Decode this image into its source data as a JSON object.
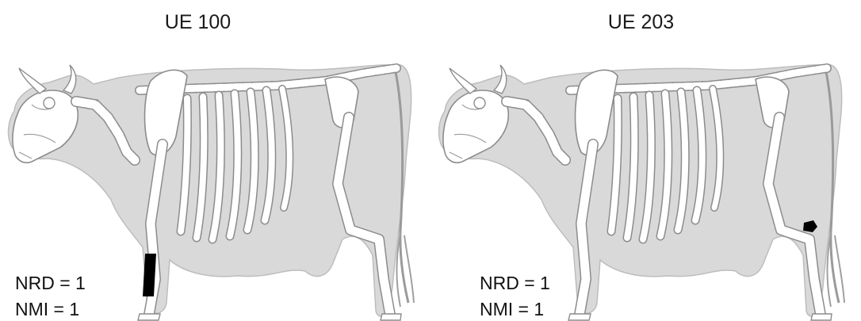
{
  "panels": [
    {
      "title": "UE 100",
      "nrd": "NRD = 1",
      "nmi": "NMI = 1",
      "highlighted_element": "metacarpal"
    },
    {
      "title": "UE 203",
      "nrd": "NRD = 1",
      "nmi": "NMI = 1",
      "highlighted_element": "tarsal"
    }
  ],
  "colors": {
    "body_silhouette": "#d9d9d9",
    "bone_fill": "#ffffff",
    "bone_outline": "#8c8c8c",
    "highlight": "#000000"
  }
}
